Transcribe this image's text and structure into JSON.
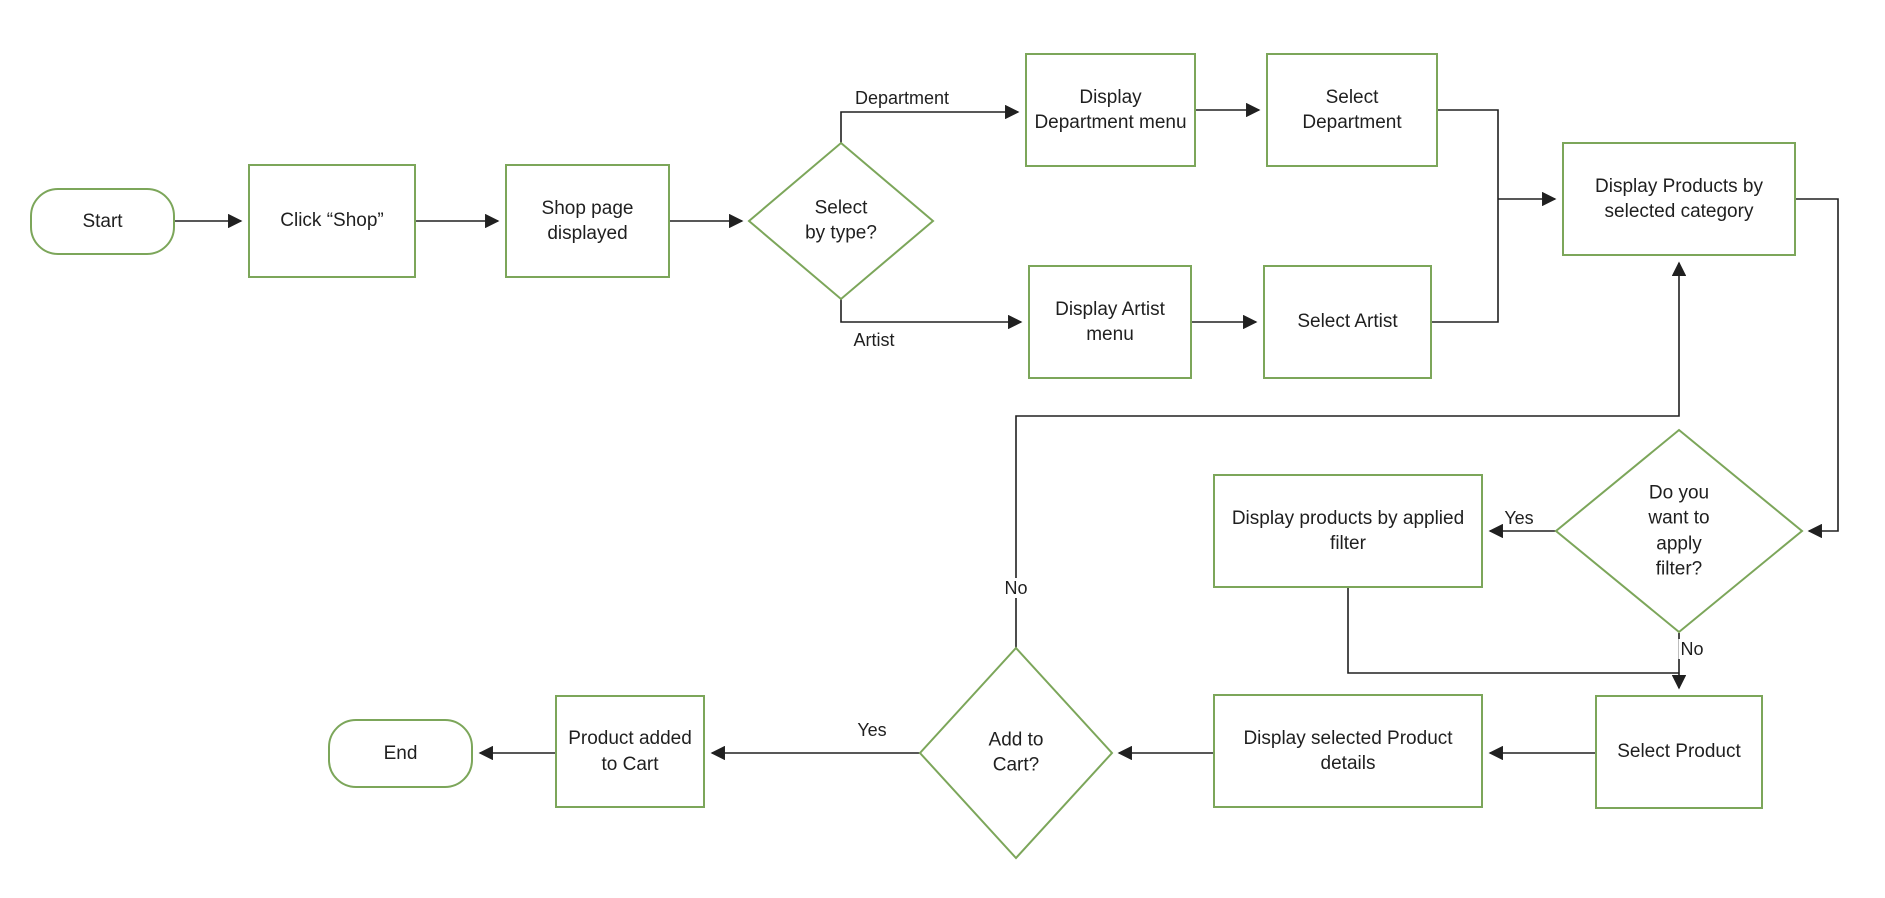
{
  "diagram": {
    "type": "flowchart",
    "colors": {
      "shape_border": "#7CA65A",
      "connector": "#202020",
      "background": "#ffffff",
      "text": "#1f1f1f"
    },
    "nodes": {
      "start": {
        "shape": "terminator",
        "label": "Start"
      },
      "click_shop": {
        "shape": "process",
        "label": "Click “Shop”"
      },
      "shop_page": {
        "shape": "process",
        "label": "Shop page displayed"
      },
      "select_type": {
        "shape": "decision",
        "label": "Select by type?"
      },
      "display_dept_menu": {
        "shape": "process",
        "label": "Display Department menu"
      },
      "select_dept": {
        "shape": "process",
        "label": "Select Department"
      },
      "display_artist_menu": {
        "shape": "process",
        "label": "Display Artist menu"
      },
      "select_artist": {
        "shape": "process",
        "label": "Select Artist"
      },
      "display_products": {
        "shape": "process",
        "label": "Display Products by selected category"
      },
      "apply_filter": {
        "shape": "decision",
        "label": "Do you want to apply filter?"
      },
      "filter_products": {
        "shape": "process",
        "label": "Display products by applied filter"
      },
      "select_product": {
        "shape": "process",
        "label": "Select Product"
      },
      "display_details": {
        "shape": "process",
        "label": "Display selected Product details"
      },
      "add_cart": {
        "shape": "decision",
        "label": "Add to Cart?"
      },
      "product_added": {
        "shape": "process",
        "label": "Product added to Cart"
      },
      "end": {
        "shape": "terminator",
        "label": "End"
      }
    },
    "edge_labels": {
      "department": "Department",
      "artist": "Artist",
      "filter_yes": "Yes",
      "filter_no": "No",
      "cart_yes": "Yes",
      "cart_no": "No"
    },
    "edges": [
      {
        "from": "Start",
        "to": "Click “Shop”",
        "label": ""
      },
      {
        "from": "Click “Shop”",
        "to": "Shop page displayed",
        "label": ""
      },
      {
        "from": "Shop page displayed",
        "to": "Select by type?",
        "label": ""
      },
      {
        "from": "Select by type?",
        "to": "Display Department menu",
        "label": "Department"
      },
      {
        "from": "Display Department menu",
        "to": "Select Department",
        "label": ""
      },
      {
        "from": "Select Department",
        "to": "Display Products by selected category",
        "label": ""
      },
      {
        "from": "Select by type?",
        "to": "Display Artist menu",
        "label": "Artist"
      },
      {
        "from": "Display Artist menu",
        "to": "Select Artist",
        "label": ""
      },
      {
        "from": "Select Artist",
        "to": "Display Products by selected category",
        "label": ""
      },
      {
        "from": "Display Products by selected category",
        "to": "Do you want to apply filter?",
        "label": ""
      },
      {
        "from": "Do you want to apply filter?",
        "to": "Display products by applied filter",
        "label": "Yes"
      },
      {
        "from": "Do you want to apply filter?",
        "to": "Select Product",
        "label": "No"
      },
      {
        "from": "Display products by applied filter",
        "to": "Select Product",
        "label": ""
      },
      {
        "from": "Select Product",
        "to": "Display selected Product details",
        "label": ""
      },
      {
        "from": "Display selected Product details",
        "to": "Add to Cart?",
        "label": ""
      },
      {
        "from": "Add to Cart?",
        "to": "Product added to Cart",
        "label": "Yes"
      },
      {
        "from": "Add to Cart?",
        "to": "Display Products by selected category",
        "label": "No"
      },
      {
        "from": "Product added to Cart",
        "to": "End",
        "label": ""
      }
    ]
  }
}
